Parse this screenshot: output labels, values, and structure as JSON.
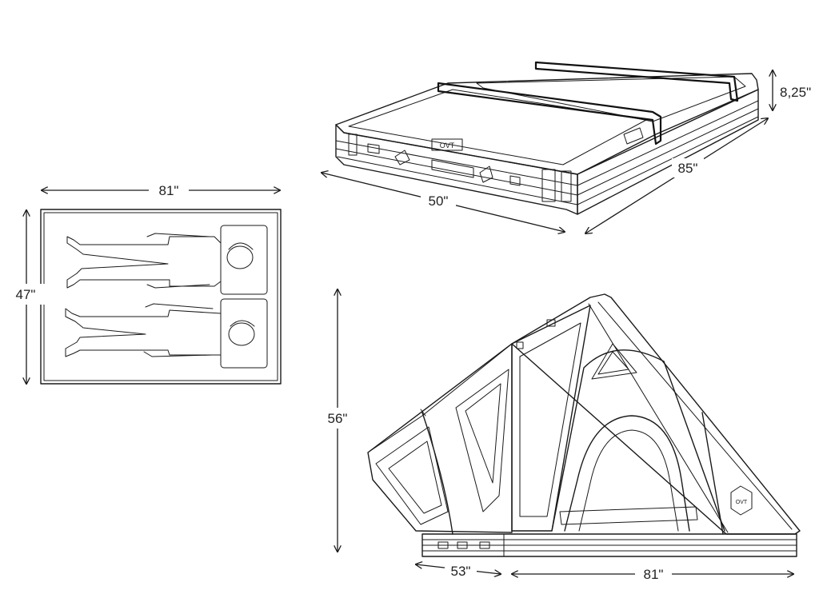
{
  "dimensions": {
    "mattress_width": "81\"",
    "mattress_height": "47\"",
    "case_length": "85\"",
    "case_width": "50\"",
    "case_thickness": "8,25\"",
    "tent_height": "56\"",
    "tent_overhang": "53\"",
    "tent_base": "81\""
  },
  "logo_text": "OVT",
  "colors": {
    "line": "#1a1a1a",
    "background": "#ffffff"
  }
}
